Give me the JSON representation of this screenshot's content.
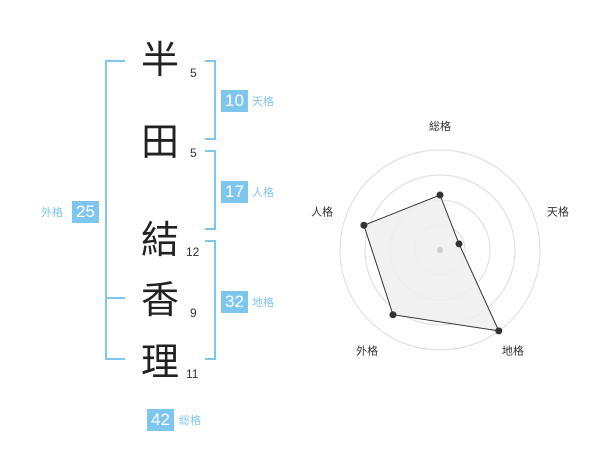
{
  "name_chars": [
    {
      "char": "半",
      "strokes": "5"
    },
    {
      "char": "田",
      "strokes": "5"
    },
    {
      "char": "結",
      "strokes": "12"
    },
    {
      "char": "香",
      "strokes": "9"
    },
    {
      "char": "理",
      "strokes": "11"
    }
  ],
  "fortune": {
    "tenkaku": {
      "value": "10",
      "label": "天格"
    },
    "jinkaku": {
      "value": "17",
      "label": "人格"
    },
    "chikaku": {
      "value": "32",
      "label": "地格"
    },
    "gaikaku": {
      "value": "25",
      "label": "外格"
    },
    "soukaku": {
      "value": "42",
      "label": "総格"
    }
  },
  "colors": {
    "accent": "#7fc6ef",
    "line": "#333333",
    "fill": "#eeeeee"
  },
  "chart_data": {
    "type": "radar",
    "axes": [
      "総格",
      "天格",
      "地格",
      "外格",
      "人格"
    ],
    "values": [
      0.55,
      0.2,
      1.0,
      0.8,
      0.8
    ],
    "rings": 4,
    "range": [
      0,
      1
    ]
  }
}
